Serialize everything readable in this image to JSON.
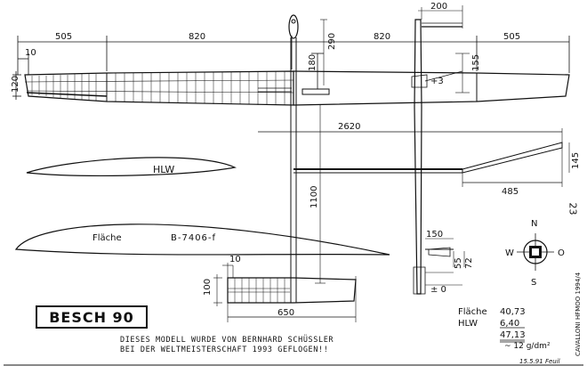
{
  "title": "BESCH 90",
  "note_lines": [
    "DIESES MODELL WURDE VON BERNHARD SCHÜSSLER",
    "BEI DER WELTMEISTERSCHAFT 1993 GEFLOGEN!!"
  ],
  "dimensions": {
    "wing_outer": "505",
    "wing_inner": "820",
    "wing_inner_right": "820",
    "wing_outer_right": "505",
    "tip_offset": "10",
    "root_chord": "120",
    "pylon_height": "180",
    "fin_height": "290",
    "fin_top_width": "200",
    "dihedral": "155",
    "incidence": "+3",
    "fuselage_length": "2620",
    "tail_rise": "145",
    "tail_length": "485",
    "nose_length": "1100",
    "stab_offset": "10",
    "stab_chord": "100",
    "stab_span": "650",
    "stab_side_150": "150",
    "stab_side_55": "55",
    "stab_side_72": "72",
    "stab_incidence": "± 0"
  },
  "airfoil_labels": {
    "stab": "HLW",
    "wing": "Fläche",
    "wing_profile": "B-7406-f"
  },
  "compass": {
    "n": "N",
    "s": "S",
    "w": "W",
    "o": "O"
  },
  "specs": [
    {
      "label": "Fläche",
      "value": "40,73"
    },
    {
      "label": "HLW",
      "value": "6,40"
    },
    {
      "label": "",
      "value": "47,13"
    }
  ],
  "wing_loading": "~ 12 g/dm²",
  "credit_date": "15.5.91",
  "credit_name": "Feuil",
  "vertical_credit": "CAVALLONI HFMOO 1994/4",
  "page_number": "23"
}
